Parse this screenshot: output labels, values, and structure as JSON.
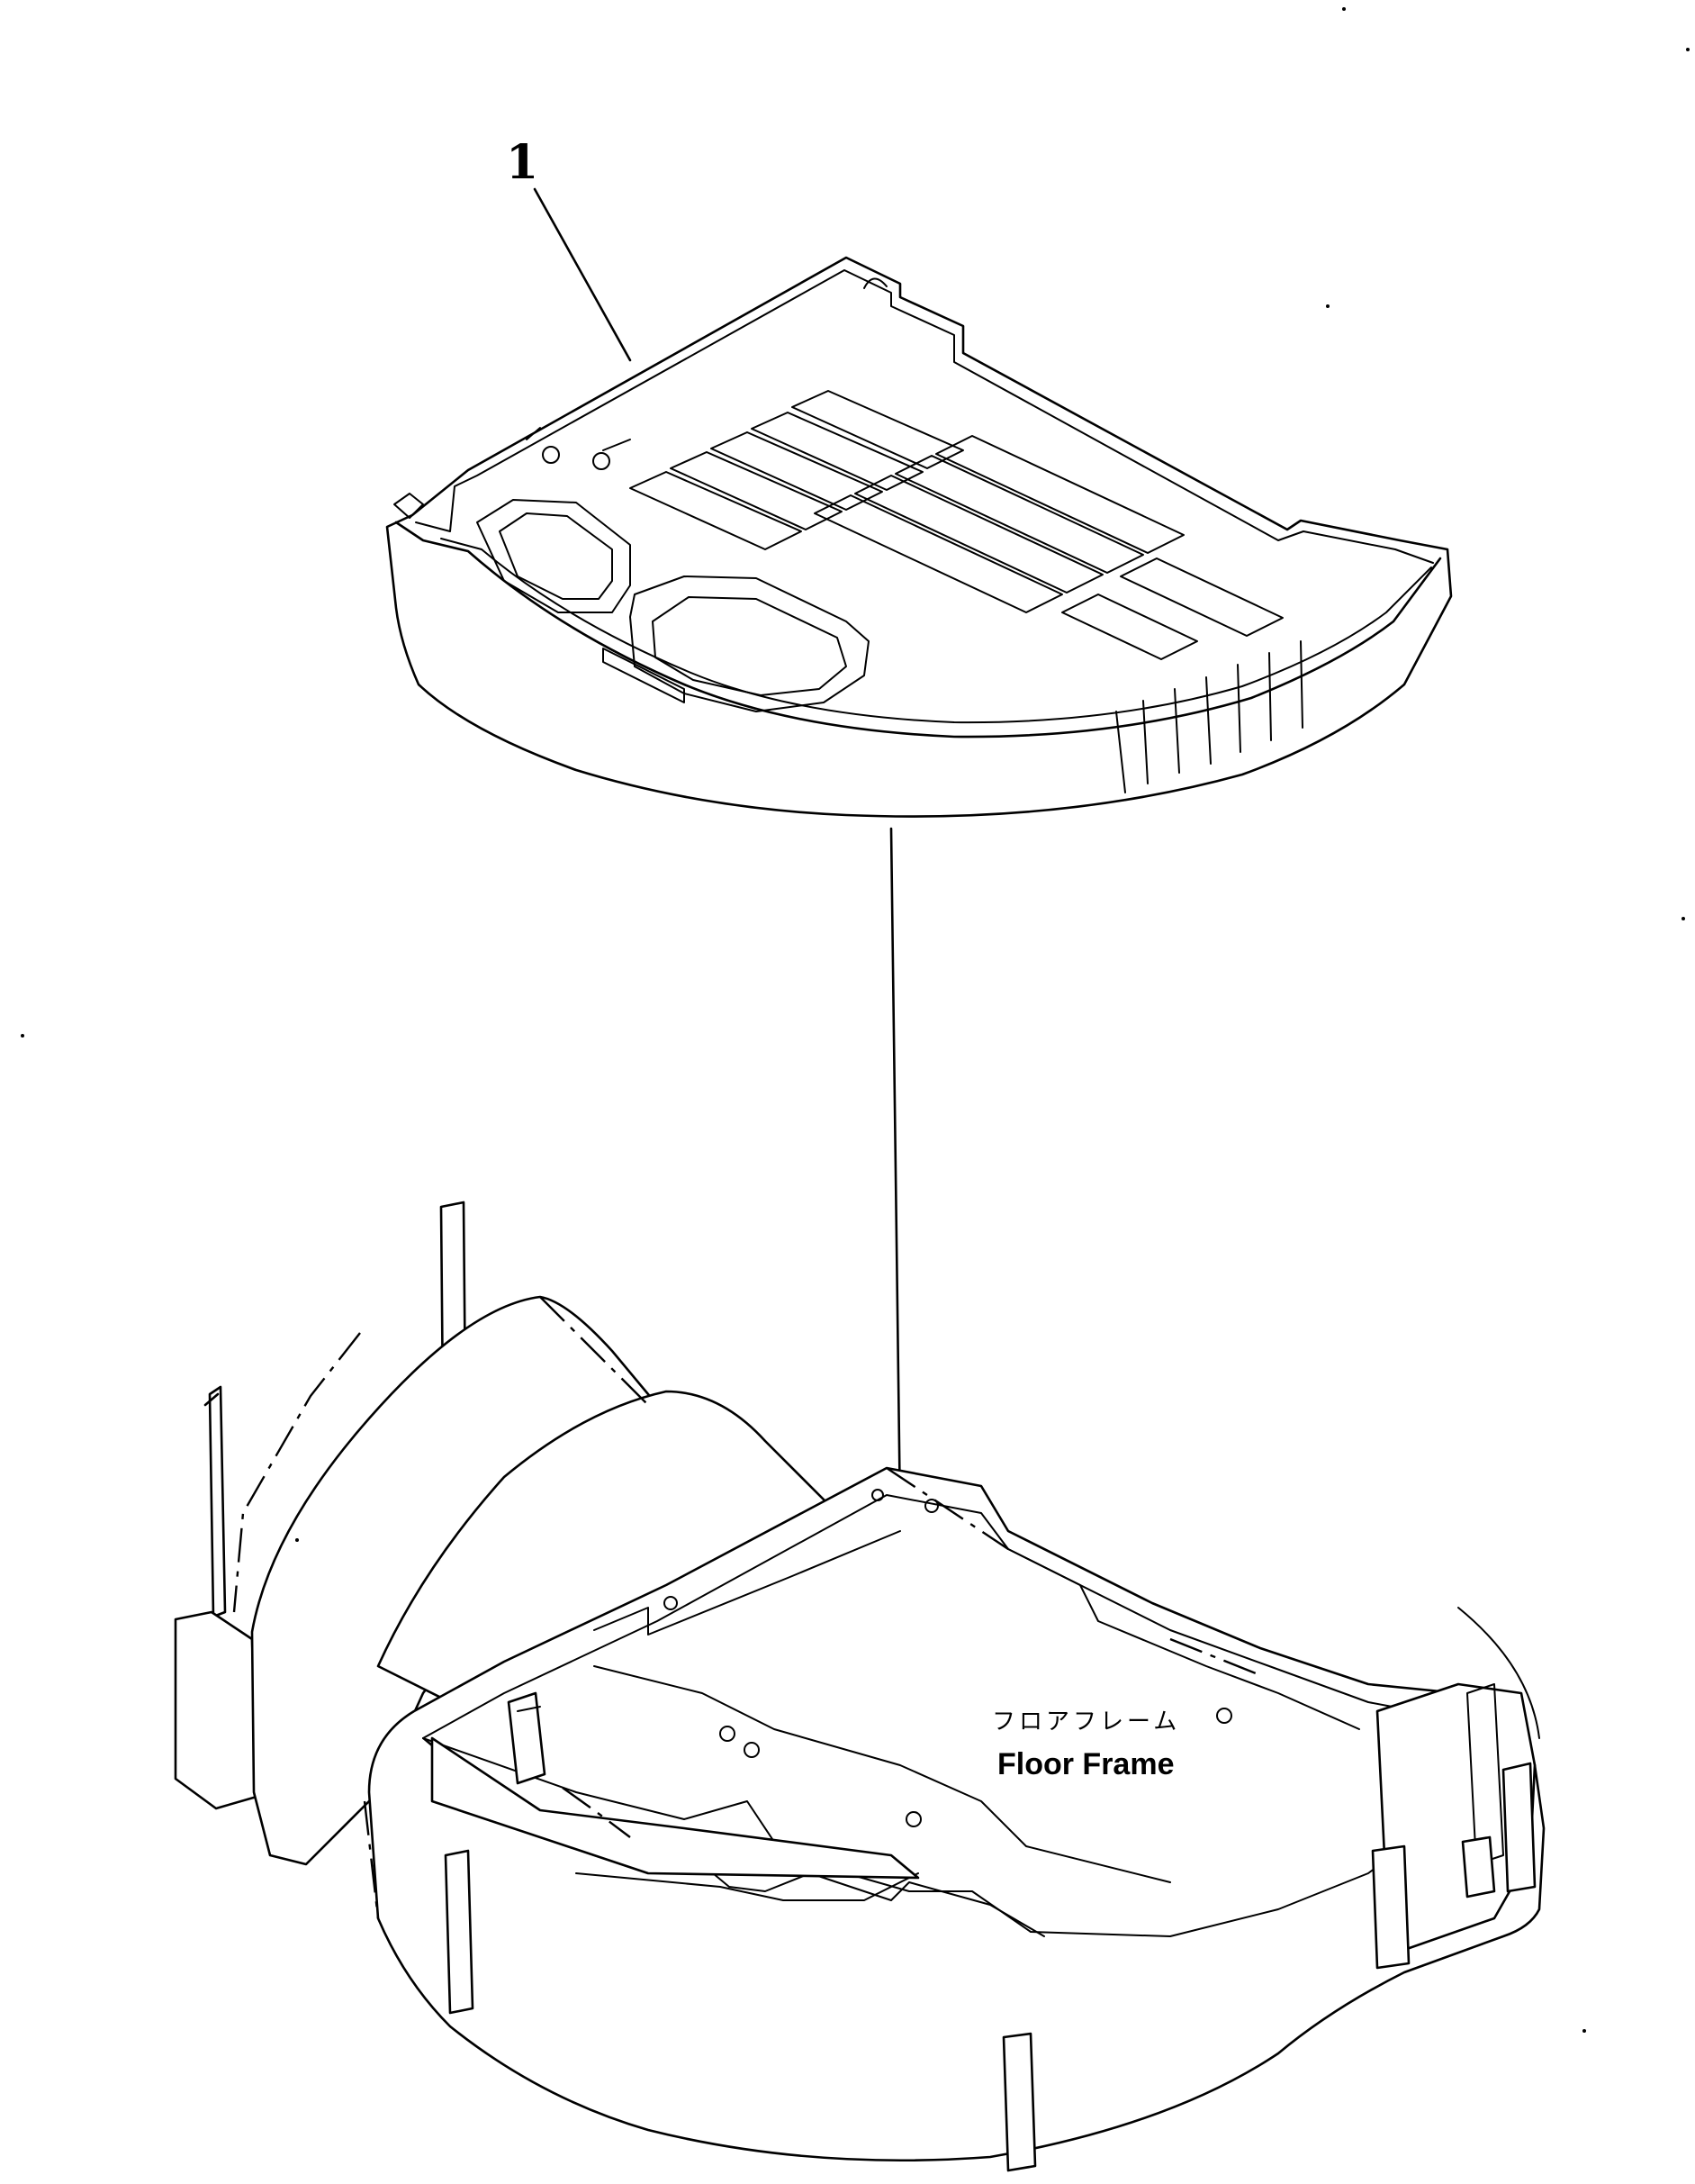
{
  "callout": {
    "number": "1"
  },
  "floor_frame": {
    "label_jp": "フロアフレーム",
    "label_en": "Floor Frame"
  },
  "parts": [
    {
      "name": "floor-mat",
      "callout": "1"
    },
    {
      "name": "floor-frame"
    }
  ]
}
